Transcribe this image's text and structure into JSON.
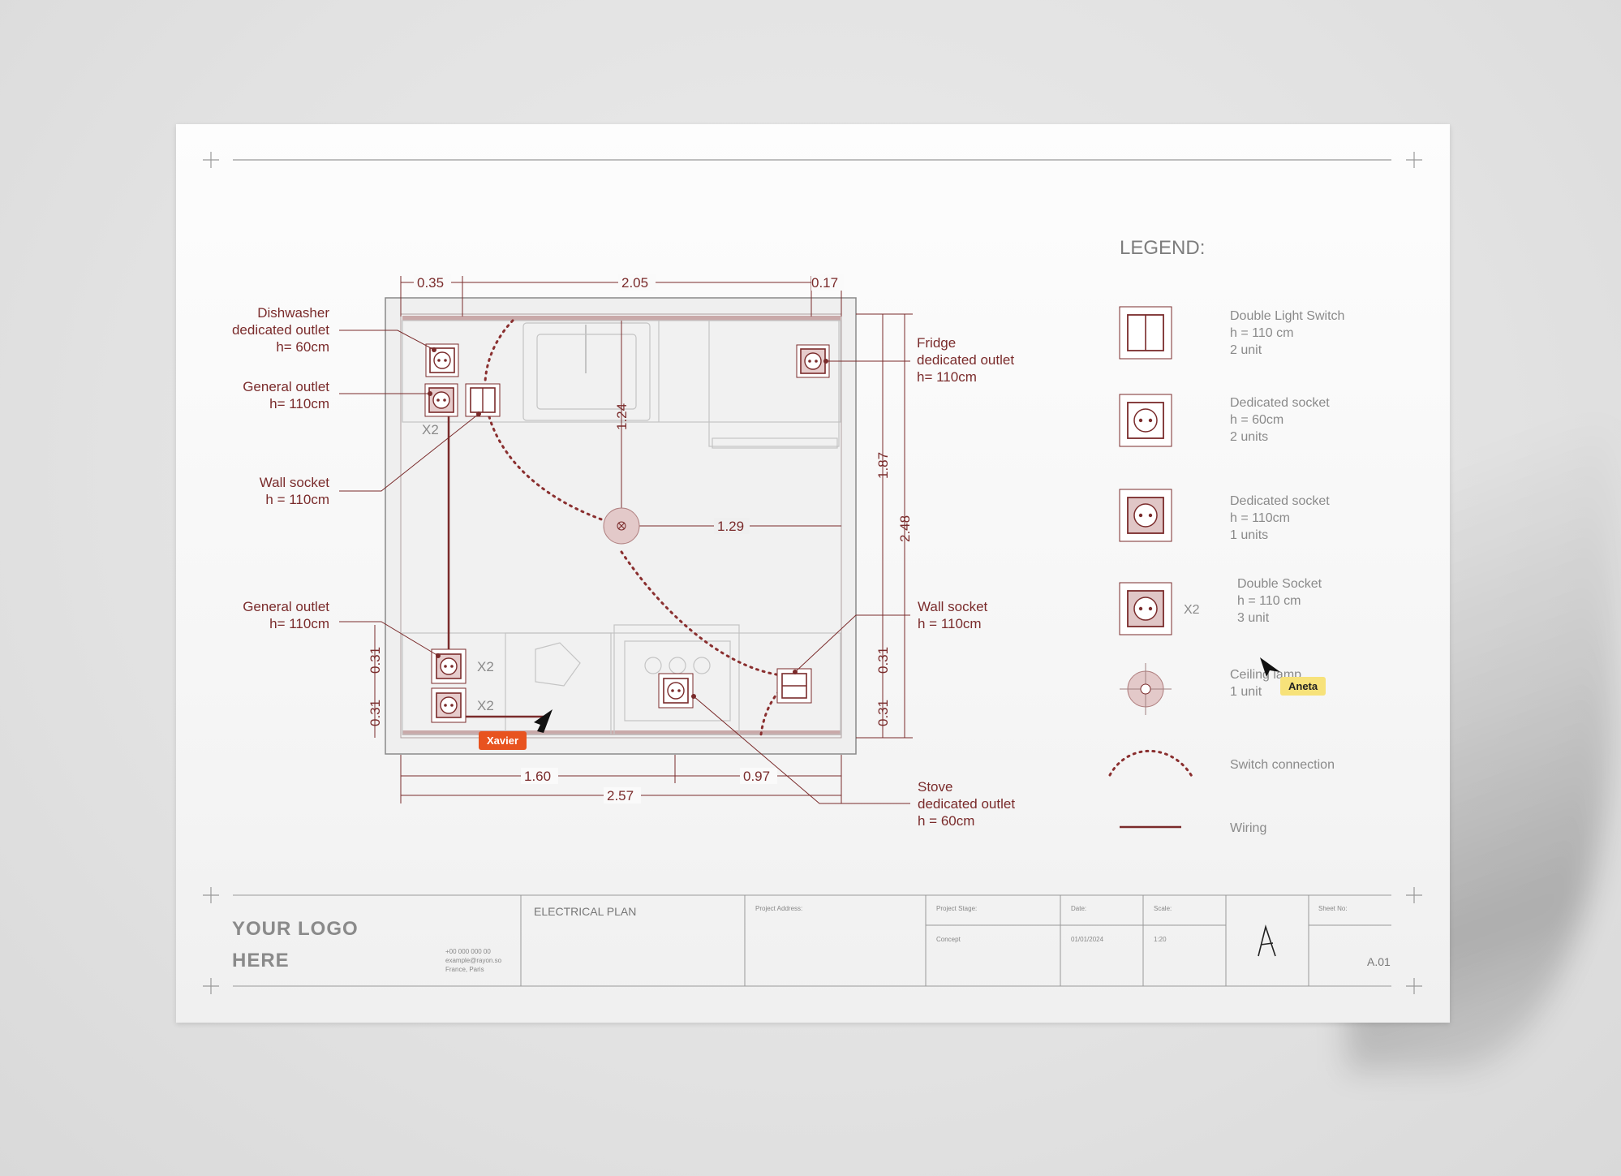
{
  "plan": {
    "dimensions": {
      "top_left": "0.35",
      "top_middle": "2.05",
      "top_right": "0.17",
      "vertical_inner": "1.24",
      "vertical_right": "1.87",
      "vertical_total": "2.48",
      "horizontal_lamp": "1.29",
      "left_upper": "0.31",
      "left_lower": "0.31",
      "right_upper": "0.31",
      "right_lower": "0.31",
      "bottom_left": "1.60",
      "bottom_right": "0.97",
      "bottom_total": "2.57"
    },
    "callouts": {
      "dishwasher": [
        "Dishwasher",
        "dedicated outlet",
        "h= 60cm"
      ],
      "general_top": [
        "General outlet",
        "h= 110cm"
      ],
      "wall_socket_left": [
        "Wall socket",
        "h = 110cm"
      ],
      "general_bottom": [
        "General outlet",
        "h= 110cm"
      ],
      "fridge": [
        "Fridge",
        "dedicated  outlet",
        "h= 110cm"
      ],
      "wall_socket_right": [
        "Wall socket",
        "h = 110cm"
      ],
      "stove": [
        "Stove",
        "dedicated outlet",
        "h = 60cm"
      ]
    },
    "multipliers": [
      "X2",
      "X2",
      "X2"
    ]
  },
  "legend": {
    "title": "LEGEND:",
    "items": [
      {
        "icon": "double-light-switch-icon",
        "lines": [
          "Double Light Switch",
          "h = 110 cm",
          "2 unit"
        ]
      },
      {
        "icon": "dedicated-socket-icon",
        "lines": [
          "Dedicated socket",
          "h = 60cm",
          "2 units"
        ]
      },
      {
        "icon": "dedicated-socket-filled-icon",
        "lines": [
          "Dedicated socket",
          "h = 110cm",
          "1 units"
        ]
      },
      {
        "icon": "double-socket-icon",
        "multiplier": "X2",
        "lines": [
          "Double Socket",
          "h = 110 cm",
          "3 unit"
        ]
      },
      {
        "icon": "ceiling-lamp-icon",
        "lines": [
          "Ceiling lamp",
          "1 unit"
        ]
      },
      {
        "icon": "switch-connection-icon",
        "lines": [
          "Switch connection"
        ]
      },
      {
        "icon": "wiring-icon",
        "lines": [
          "Wiring"
        ]
      }
    ]
  },
  "title_block": {
    "logo_line1": "YOUR LOGO",
    "logo_line2": "HERE",
    "contact": [
      "+00 000 000 00",
      "example@rayon.so",
      "France, Paris"
    ],
    "drawing_title": "ELECTRICAL PLAN",
    "project_address_label": "Project Address:",
    "project_stage_label": "Project Stage:",
    "project_stage_value": "Concept",
    "date_label": "Date:",
    "date_value": "01/01/2024",
    "scale_label": "Scale:",
    "scale_value": "1:20",
    "sheet_no_label": "Sheet No:",
    "sheet_no_value": "A.01"
  },
  "cursors": {
    "xavier": "Xavier",
    "aneta": "Aneta"
  },
  "colors": {
    "accent": "#7a2b2b",
    "xavier_tag": "#e8531f",
    "aneta_tag": "#f7e27a"
  }
}
